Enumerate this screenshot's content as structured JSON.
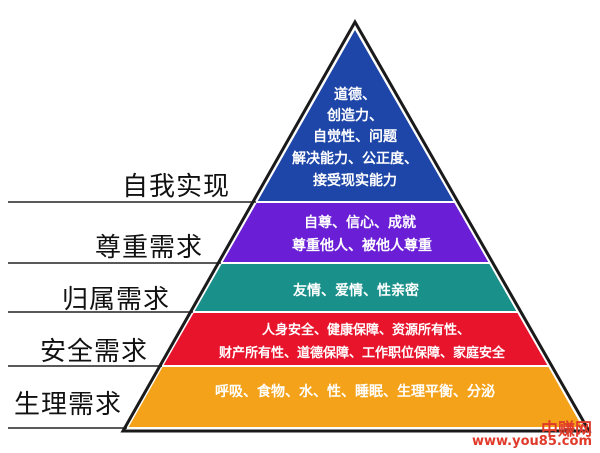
{
  "levels": [
    {
      "name": "自我实现",
      "color": "#1e46a8",
      "lines": [
        "道德、",
        "创造力、",
        "自觉性、问题",
        "解决能力、公正度、",
        "接受现实能力"
      ]
    },
    {
      "name": "尊重需求",
      "color": "#6a1fd6",
      "lines": [
        "自尊、信心、成就",
        "尊重他人、被他人尊重"
      ]
    },
    {
      "name": "归属需求",
      "color": "#19908a",
      "lines": [
        "友情、爱情、性亲密"
      ]
    },
    {
      "name": "安全需求",
      "color": "#e8142c",
      "lines": [
        "人身安全、健康保障、资源所有性、",
        "财产所有性、道德保障、工作职位保障、家庭安全"
      ]
    },
    {
      "name": "生理需求",
      "color": "#f4a21a",
      "lines": [
        "呼吸、食物、水、性、睡眠、生理平衡、分泌"
      ]
    }
  ],
  "watermark": {
    "line1": "中赚网",
    "line2": "www.you85.com",
    "color": "#e03a2a"
  }
}
